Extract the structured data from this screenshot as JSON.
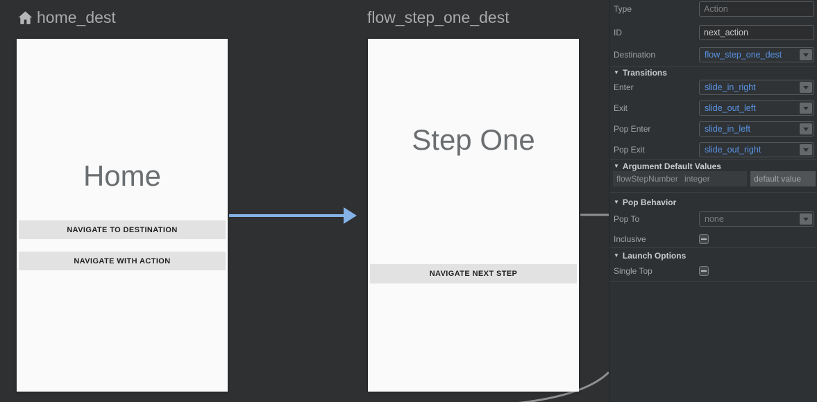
{
  "canvas": {
    "destinations": [
      {
        "title": "home_dest",
        "screen_title": "Home",
        "buttons": [
          "NAVIGATE TO DESTINATION",
          "NAVIGATE WITH ACTION"
        ]
      },
      {
        "title": "flow_step_one_dest",
        "screen_title": "Step One",
        "buttons": [
          "NAVIGATE NEXT STEP"
        ]
      }
    ]
  },
  "panel": {
    "type": {
      "label": "Type",
      "placeholder": "Action"
    },
    "id": {
      "label": "ID",
      "value": "next_action"
    },
    "destination": {
      "label": "Destination",
      "value": "flow_step_one_dest"
    },
    "transitions": {
      "header": "Transitions",
      "enter": {
        "label": "Enter",
        "value": "slide_in_right"
      },
      "exit": {
        "label": "Exit",
        "value": "slide_out_left"
      },
      "pop_enter": {
        "label": "Pop Enter",
        "value": "slide_in_left"
      },
      "pop_exit": {
        "label": "Pop Exit",
        "value": "slide_out_right"
      }
    },
    "argument_defaults": {
      "header": "Argument Default Values",
      "name": "flowStepNumber",
      "type": "integer",
      "default_placeholder": "default value"
    },
    "pop_behavior": {
      "header": "Pop Behavior",
      "pop_to": {
        "label": "Pop To",
        "value": "none"
      },
      "inclusive": {
        "label": "Inclusive"
      }
    },
    "launch_options": {
      "header": "Launch Options",
      "single_top": {
        "label": "Single Top"
      }
    }
  },
  "colors": {
    "edge_blue": "#84b2e6",
    "edge_gray": "#8e9092",
    "value_blue": "#5b93e4"
  }
}
